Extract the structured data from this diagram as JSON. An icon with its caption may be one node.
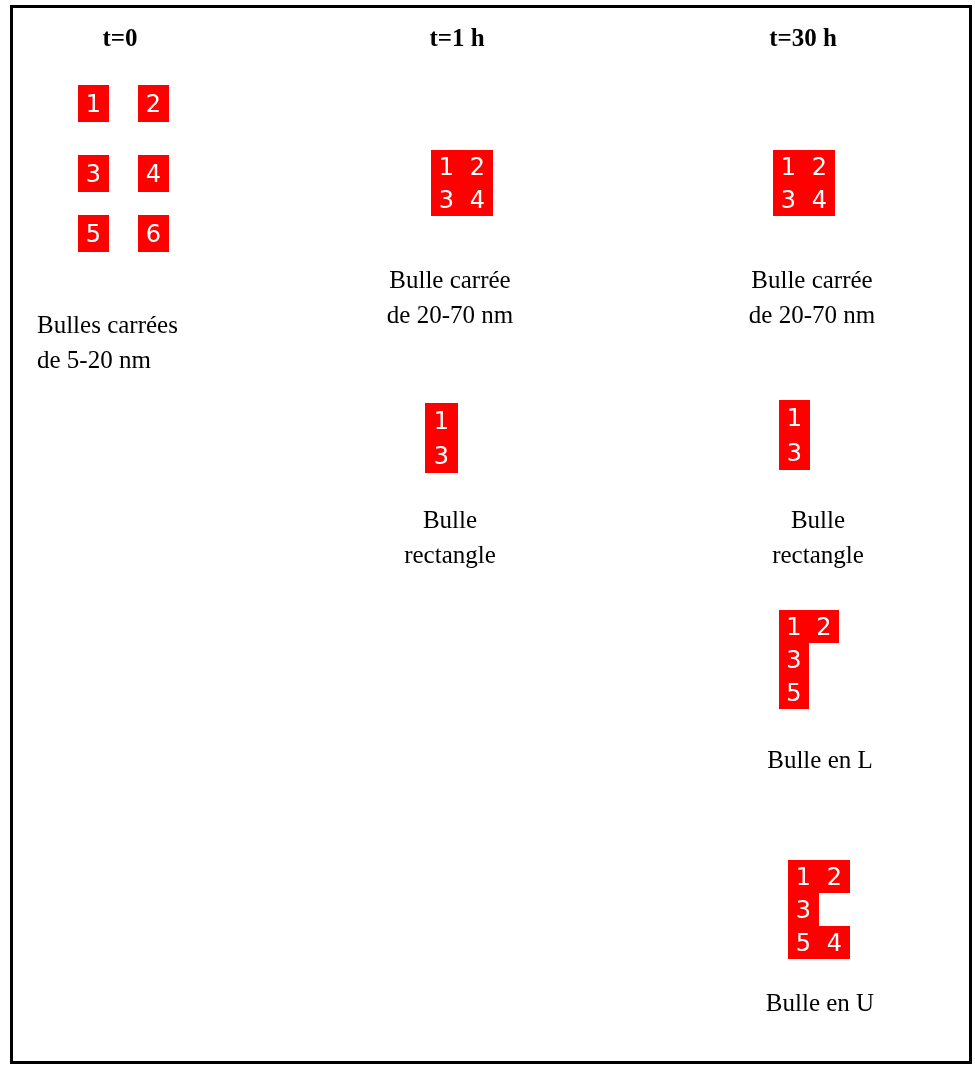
{
  "diagram": {
    "nodes": [
      {
        "text": [
          "1"
        ]
      },
      {
        "text": [
          "2"
        ]
      },
      {
        "text": [
          "3"
        ]
      },
      {
        "text": [
          "4"
        ]
      },
      {
        "text": [
          "5"
        ]
      },
      {
        "text": [
          "6"
        ]
      },
      {
        "text": [
          "1",
          "2",
          "3",
          "4"
        ],
        "beside": [
          "Bulle carrée de 20-70 nm"
        ]
      },
      {
        "text": [
          "1",
          "3"
        ],
        "beside": [
          "Bulle rectangle"
        ]
      },
      {
        "text": [
          "1",
          "2",
          "3",
          "4"
        ],
        "beside": [
          "Bulle carrée de 20-70 nm"
        ]
      },
      {
        "text": [
          "1",
          "3"
        ],
        "beside": [
          "Bulle rectangle"
        ]
      },
      {
        "text": [
          "1",
          "2",
          "3",
          "5"
        ],
        "beside": [
          "Bulle en L"
        ]
      },
      {
        "text": [
          "1",
          "2",
          "3",
          "5",
          "4"
        ],
        "beside": [
          "Bulle en U"
        ]
      }
    ],
    "labels": [
      "t=0",
      "t=1 h",
      "t=30 h",
      "Bulles carrées de 5-20 nm"
    ]
  }
}
